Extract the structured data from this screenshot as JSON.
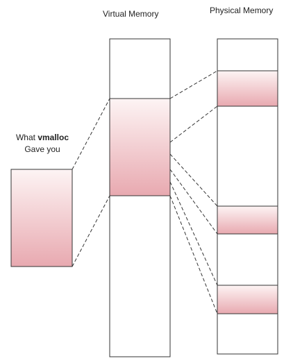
{
  "virtual_memory": {
    "title": "Virtual Memory"
  },
  "physical_memory": {
    "title": "Physical Memory"
  },
  "vmalloc_block": {
    "caption_prefix": "What ",
    "caption_keyword": "vmalloc",
    "caption_line2": "Gave you"
  },
  "colors": {
    "outline": "#333333",
    "allocated_fill_light": "#fdf4f4",
    "allocated_fill_dark": "#e8a9b0",
    "connector": "#333333"
  }
}
